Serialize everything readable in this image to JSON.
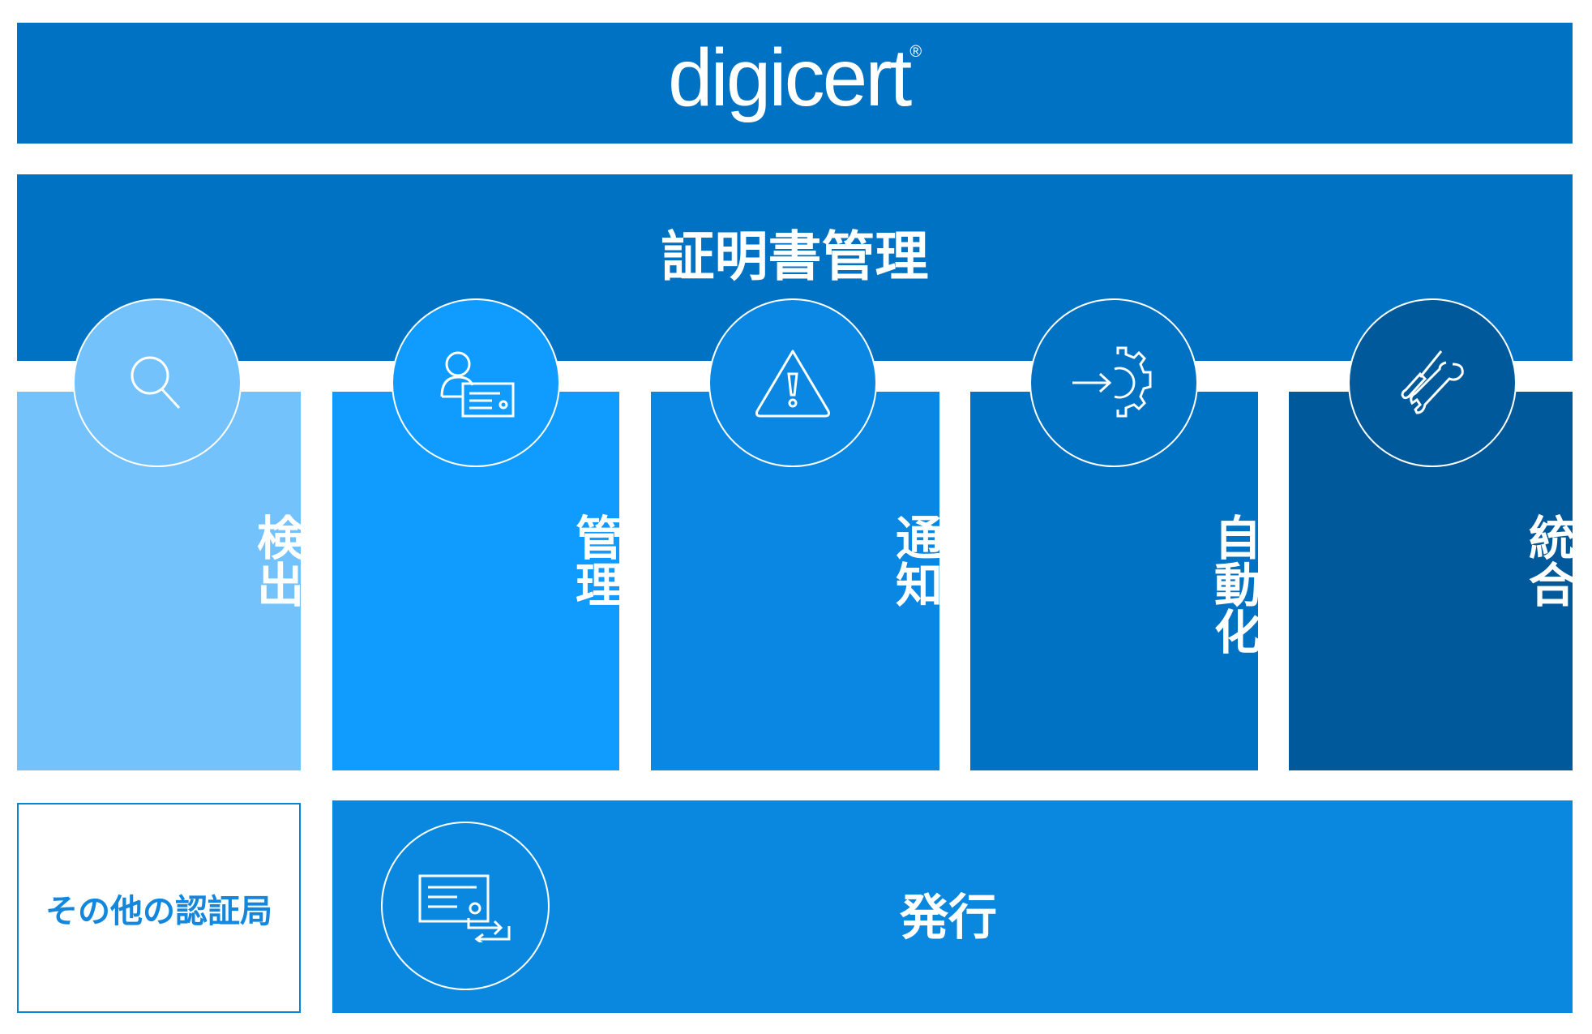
{
  "header": {
    "logo_text": "digicert",
    "logo_mark": "®"
  },
  "management": {
    "title": "証明書管理"
  },
  "columns": [
    {
      "label": "検出",
      "icon": "search-icon",
      "color": "#74C2FC"
    },
    {
      "label": "管理",
      "icon": "user-certificate-icon",
      "color": "#0F9BFF"
    },
    {
      "label": "通知",
      "icon": "warning-icon",
      "color": "#0A87E2"
    },
    {
      "label": "自動化",
      "icon": "gear-arrow-icon",
      "color": "#0072C3"
    },
    {
      "label": "統合",
      "icon": "tools-icon",
      "color": "#00599A"
    }
  ],
  "other_ca": {
    "label": "その他の認証局"
  },
  "issuance": {
    "label": "発行",
    "icon": "certificate-exchange-icon",
    "color": "#0A88E0"
  }
}
